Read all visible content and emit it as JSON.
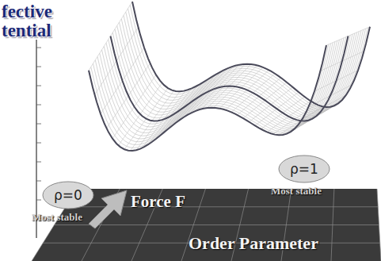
{
  "diagram": {
    "nodes": [
      {
        "text": [
          "ρ=0"
        ]
      },
      {
        "text": [
          "ρ=1"
        ]
      }
    ],
    "labels": [
      "fective",
      "tential",
      "Most stable",
      "Force F",
      "Most stable",
      "Order Parameter"
    ]
  }
}
